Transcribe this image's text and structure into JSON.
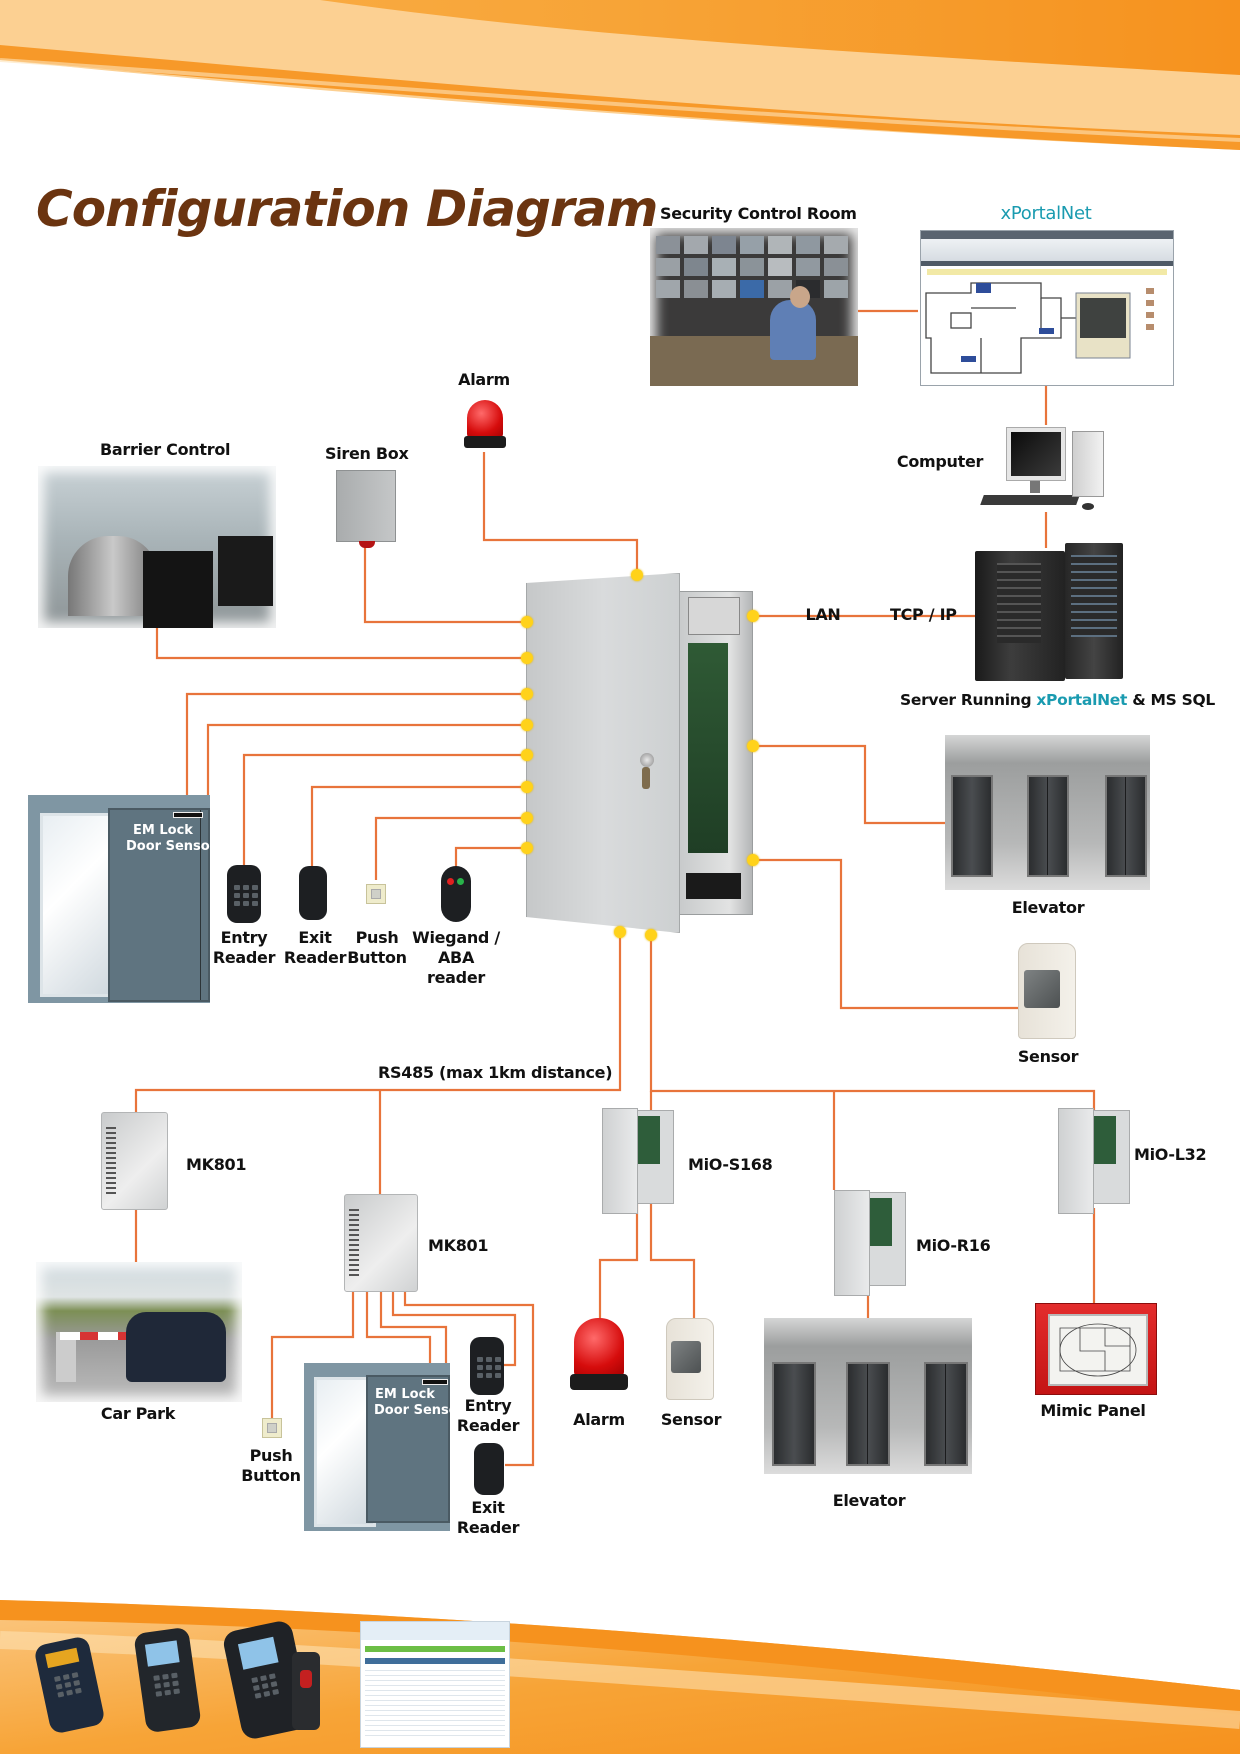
{
  "page": {
    "title": "Configuration Diagram",
    "colors": {
      "title": "#6b3410",
      "wire": "#e8743b",
      "connector": "#ffd21a",
      "brand_accent": "#1a9bb0",
      "banner_orange": "#f6921e",
      "banner_light": "#fcd092"
    }
  },
  "top": {
    "security_control_room": "Security Control Room",
    "xportalnet": "xPortalNet",
    "computer": "Computer",
    "lan": "LAN",
    "tcp_ip": "TCP / IP",
    "server_prefix": "Server Running ",
    "server_brand": "xPortalNet",
    "server_suffix": " & MS SQL"
  },
  "left": {
    "barrier_control": "Barrier Control",
    "siren_box": "Siren Box",
    "alarm": "Alarm",
    "em_lock": "EM Lock",
    "door_sensor": "Door Sensor",
    "entry_reader": [
      "Entry",
      "Reader"
    ],
    "exit_reader": [
      "Exit",
      "Reader"
    ],
    "push_button": [
      "Push",
      "Button"
    ],
    "wiegand_reader": [
      "Wiegand /",
      "ABA reader"
    ]
  },
  "right": {
    "elevator": "Elevator",
    "sensor": "Sensor"
  },
  "bus": {
    "rs485": "RS485 (max 1km distance)"
  },
  "bottom": {
    "mk801_a": "MK801",
    "car_park": "Car Park",
    "mk801_b": "MK801",
    "push_button": [
      "Push",
      "Button"
    ],
    "em_lock": "EM Lock",
    "door_sensor": "Door Sensor",
    "entry_reader": [
      "Entry",
      "Reader"
    ],
    "exit_reader": [
      "Exit",
      "Reader"
    ],
    "mio_s168": "MiO-S168",
    "alarm": "Alarm",
    "sensor": "Sensor",
    "mio_r16": "MiO-R16",
    "elevator": "Elevator",
    "mio_l32": "MiO-L32",
    "mimic_panel": "Mimic Panel"
  },
  "icons": {
    "controller": "access-controller-enclosure",
    "connector": "connector-dot",
    "reader": "card-reader",
    "alarm": "red-beacon",
    "sensor": "pir-sensor",
    "elevator": "elevator-bank",
    "server": "server-rack",
    "computer": "desktop-computer"
  }
}
